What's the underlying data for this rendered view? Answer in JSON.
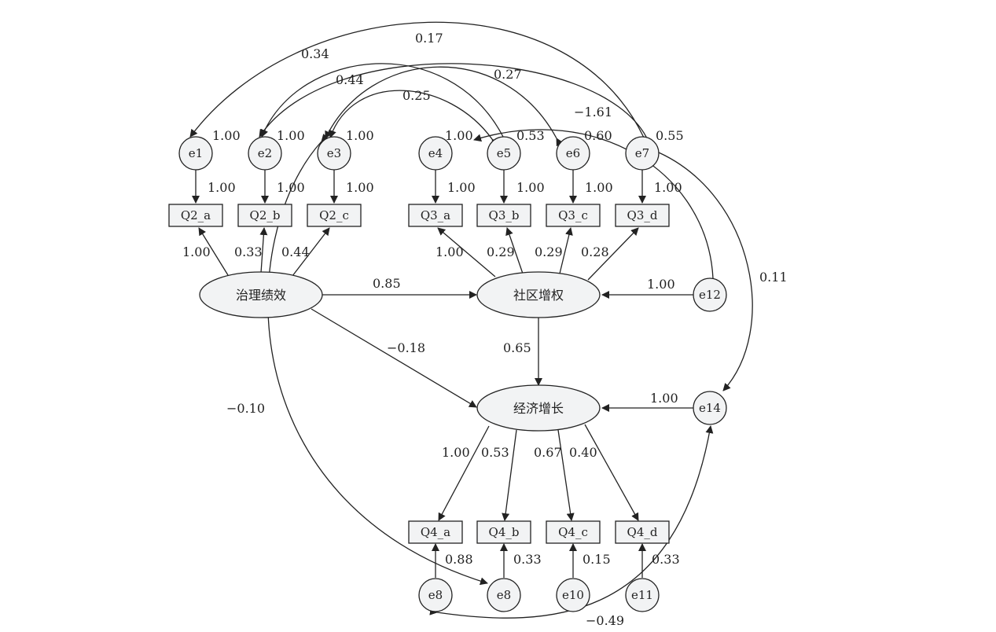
{
  "nodes": {
    "e1": {
      "label": "e1",
      "variance": "1.00"
    },
    "e2": {
      "label": "e2",
      "variance": "1.00"
    },
    "e3": {
      "label": "e3",
      "variance": "1.00"
    },
    "e4": {
      "label": "e4",
      "variance": "1.00"
    },
    "e5": {
      "label": "e5",
      "variance": "0.53"
    },
    "e6": {
      "label": "e6",
      "variance": "0.60"
    },
    "e7": {
      "label": "e7",
      "variance": "0.55"
    },
    "q2a": {
      "label": "Q2_a"
    },
    "q2b": {
      "label": "Q2_b"
    },
    "q2c": {
      "label": "Q2_c"
    },
    "q3a": {
      "label": "Q3_a"
    },
    "q3b": {
      "label": "Q3_b"
    },
    "q3c": {
      "label": "Q3_c"
    },
    "q3d": {
      "label": "Q3_d"
    },
    "gov": {
      "label": "治理绩效"
    },
    "comm": {
      "label": "社区增权"
    },
    "econ": {
      "label": "经济增长"
    },
    "e12": {
      "label": "e12"
    },
    "e14": {
      "label": "e14"
    },
    "q4a": {
      "label": "Q4_a"
    },
    "q4b": {
      "label": "Q4_b"
    },
    "q4c": {
      "label": "Q4_c"
    },
    "q4d": {
      "label": "Q4_d"
    },
    "e8a": {
      "label": "e8"
    },
    "e8b": {
      "label": "e8"
    },
    "e10": {
      "label": "e10"
    },
    "e11": {
      "label": "e11"
    }
  },
  "error_paths": {
    "e1_q2a": "1.00",
    "e2_q2b": "1.00",
    "e3_q2c": "1.00",
    "e4_q3a": "1.00",
    "e5_q3b": "1.00",
    "e6_q3c": "1.00",
    "e7_q3d": "1.00",
    "e8a_q4a": "0.88",
    "e8b_q4b": "0.33",
    "e10_q4c": "0.15",
    "e11_q4d": "0.33",
    "e12_comm": "1.00",
    "e14_econ": "1.00"
  },
  "loadings": {
    "gov_q2a": "1.00",
    "gov_q2b": "0.33",
    "gov_q2c": "0.44",
    "comm_q3a": "1.00",
    "comm_q3b": "0.29",
    "comm_q3c": "0.29",
    "comm_q3d": "0.28",
    "econ_q4a": "1.00",
    "econ_q4b": "0.53",
    "econ_q4c": "0.67",
    "econ_q4d": "0.40"
  },
  "structural": {
    "gov_comm": "0.85",
    "comm_econ": "0.65",
    "gov_econ": "−0.18"
  },
  "covariances": {
    "e1_e7": "0.34",
    "e2_e7": "0.17",
    "e2_e5": "0.44",
    "e3_e6": "0.27",
    "e3_e5": "0.25",
    "e4_e12": "−1.61",
    "e7_e14": "0.11",
    "e3_e8b": "−0.10",
    "e8a_e14": "−0.49"
  }
}
